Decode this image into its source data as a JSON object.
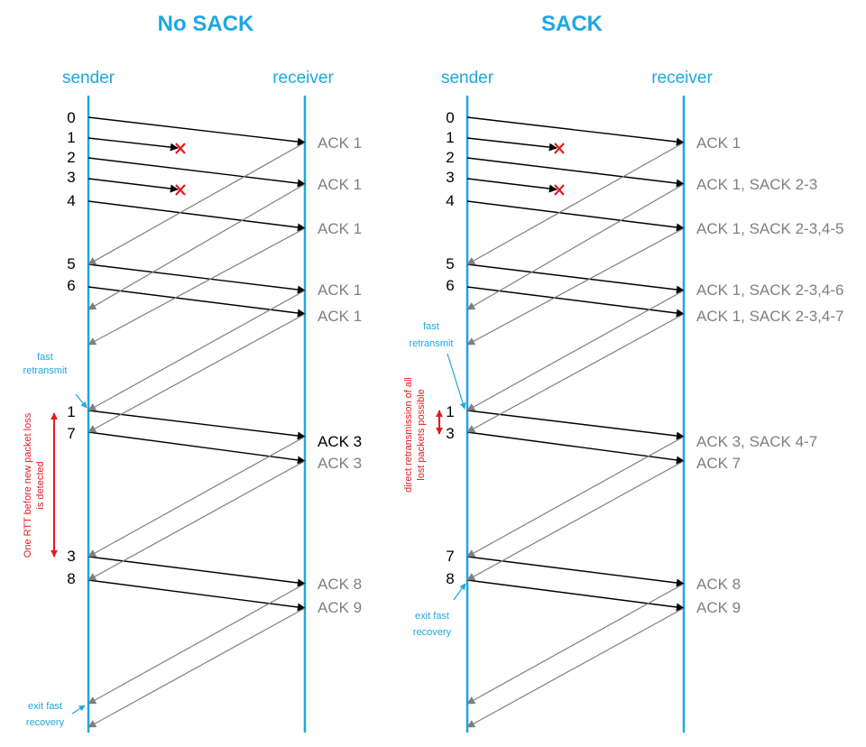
{
  "colors": {
    "timeline": "#1ea7e0",
    "packet_arrow": "#000000",
    "ack_arrow": "#7f7f7f",
    "loss": "#e8181f",
    "ack_text": "#7f7f7f"
  },
  "icons": {
    "loss_marker": "red-x-icon"
  },
  "panels": [
    {
      "title": "No SACK",
      "sender_label": "sender",
      "receiver_label": "receiver",
      "packet_labels": [
        "0",
        "1",
        "2",
        "3",
        "4",
        "5",
        "6",
        "1",
        "7",
        "3",
        "8"
      ],
      "ack_labels": [
        "ACK 1",
        "ACK 1",
        "ACK 1",
        "ACK 1",
        "ACK 1",
        "ACK 3",
        "ACK 3",
        "ACK 8",
        "ACK 9"
      ],
      "ack_dark_index": 5,
      "notes": {
        "fast_retransmit": [
          "fast",
          "retransmit"
        ],
        "exit_recovery": [
          "exit fast",
          "recovery"
        ],
        "rtt_note": [
          "One RTT before new packet loss",
          "is detected"
        ]
      }
    },
    {
      "title": "SACK",
      "sender_label": "sender",
      "receiver_label": "receiver",
      "packet_labels": [
        "0",
        "1",
        "2",
        "3",
        "4",
        "5",
        "6",
        "1",
        "3",
        "7",
        "8"
      ],
      "ack_labels": [
        "ACK 1",
        "ACK 1, SACK 2-3",
        "ACK 1, SACK 2-3,4-5",
        "ACK 1, SACK 2-3,4-6",
        "ACK 1, SACK 2-3,4-7",
        "ACK 3, SACK 4-7",
        "ACK 7",
        "ACK 8",
        "ACK 9"
      ],
      "notes": {
        "fast_retransmit": [
          "fast",
          "retransmit"
        ],
        "exit_recovery": [
          "exit fast",
          "recovery"
        ],
        "direct_note": [
          "direct retransmission of all",
          "lost packets possible"
        ]
      }
    }
  ]
}
